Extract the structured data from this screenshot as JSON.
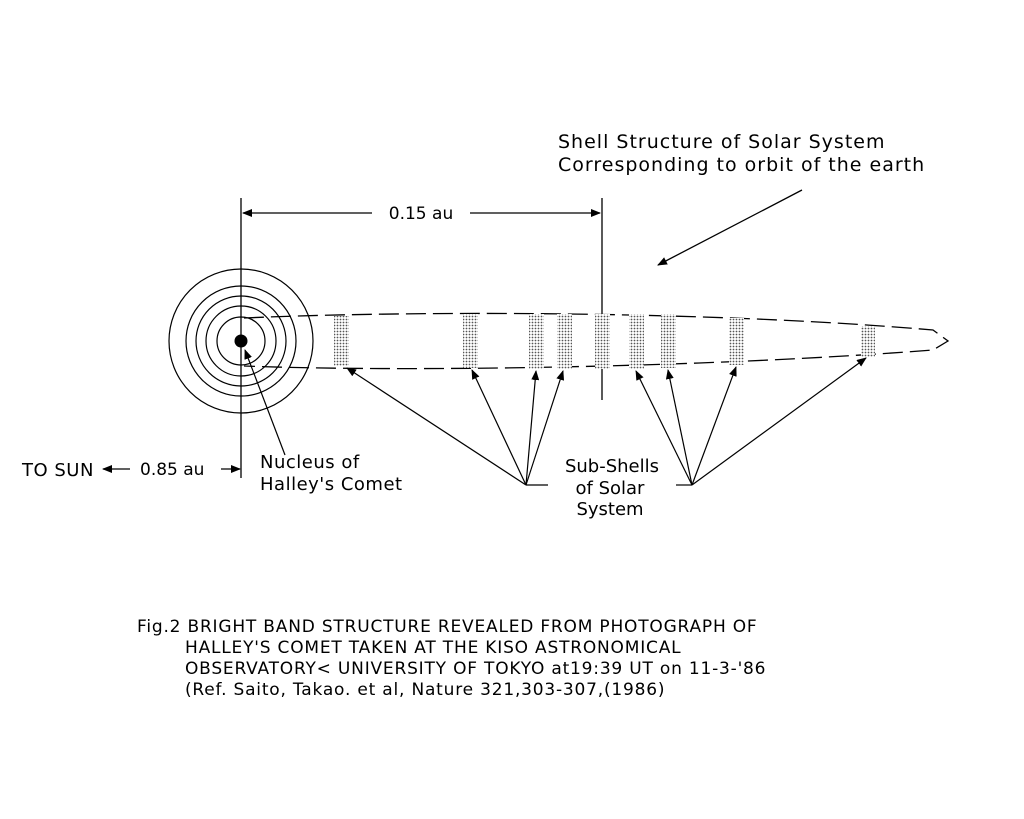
{
  "labels": {
    "shell_title_1": "Shell Structure of Solar System",
    "shell_title_2": "Corresponding to orbit of the earth",
    "distance_015": "0.15 au",
    "to_sun": "TO SUN",
    "distance_085": "0.85 au",
    "nucleus_1": "Nucleus of",
    "nucleus_2": "Halley's Comet",
    "subshells_1": "Sub-Shells",
    "subshells_2": "of Solar",
    "subshells_3": "System"
  },
  "caption": {
    "line1": "Fig.2 BRIGHT BAND STRUCTURE REVEALED FROM PHOTOGRAPH OF",
    "line2": "HALLEY'S COMET TAKEN AT THE KISO ASTRONOMICAL",
    "line3": "OBSERVATORY< UNIVERSITY OF TOKYO at19:39 UT on 11-3-'86",
    "line4": "(Ref. Saito, Takao. et al, Nature 321,303-307,(1986)"
  },
  "colors": {
    "ink": "#000000",
    "band": "#555555",
    "background": "#ffffff"
  }
}
